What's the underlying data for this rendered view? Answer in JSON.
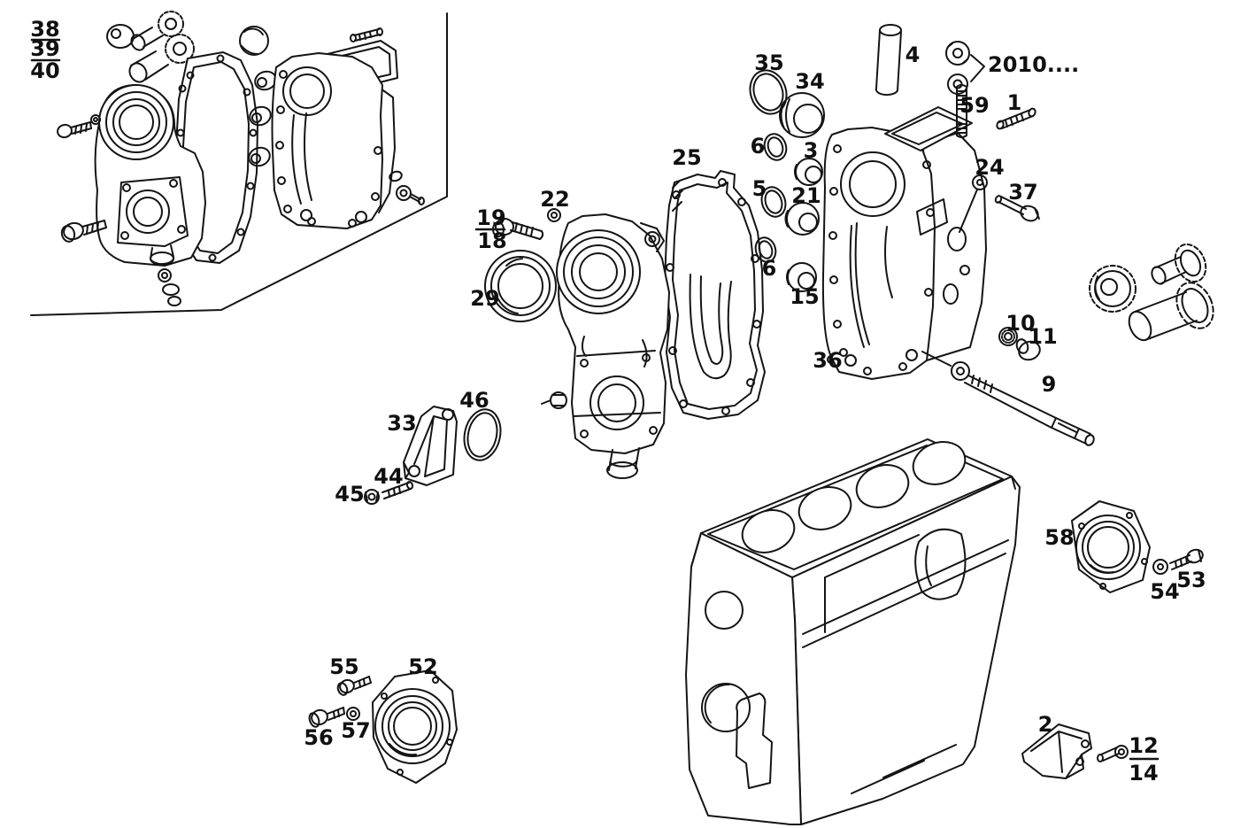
{
  "diagram": {
    "background_color": "#ffffff",
    "line_color": "#141414",
    "label_color": "#101010",
    "callouts": [
      {
        "text": "38"
      },
      {
        "text": "39"
      },
      {
        "text": "40"
      },
      {
        "text": "35"
      },
      {
        "text": "34"
      },
      {
        "text": "4"
      },
      {
        "text": "2010...."
      },
      {
        "text": "59"
      },
      {
        "text": "1"
      },
      {
        "text": "6"
      },
      {
        "text": "3"
      },
      {
        "text": "24"
      },
      {
        "text": "37"
      },
      {
        "text": "5"
      },
      {
        "text": "21"
      },
      {
        "text": "25"
      },
      {
        "text": "22"
      },
      {
        "text": "19"
      },
      {
        "text": "18"
      },
      {
        "text": "29"
      },
      {
        "text": "6"
      },
      {
        "text": "15"
      },
      {
        "text": "36"
      },
      {
        "text": "10"
      },
      {
        "text": "11"
      },
      {
        "text": "9"
      },
      {
        "text": "46"
      },
      {
        "text": "33"
      },
      {
        "text": "44"
      },
      {
        "text": "45"
      },
      {
        "text": "58"
      },
      {
        "text": "54"
      },
      {
        "text": "53"
      },
      {
        "text": "55"
      },
      {
        "text": "52"
      },
      {
        "text": "56"
      },
      {
        "text": "57"
      },
      {
        "text": "2"
      },
      {
        "text": "12"
      },
      {
        "text": "14"
      }
    ]
  }
}
